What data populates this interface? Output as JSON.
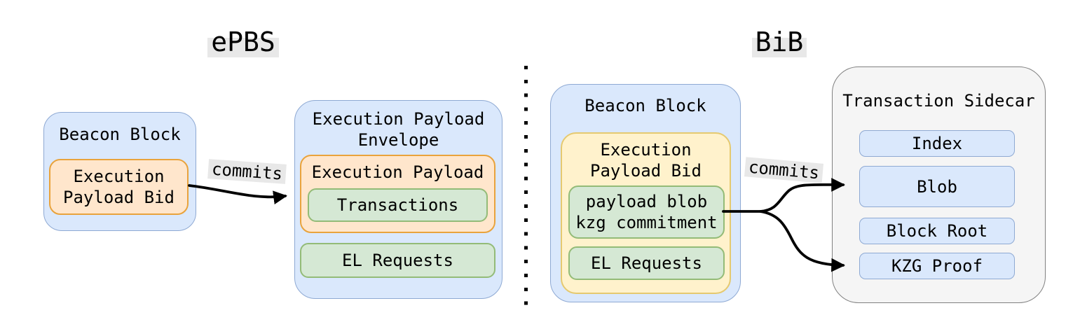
{
  "epbs": {
    "title": "ePBS",
    "beacon_block": {
      "title": "Beacon Block",
      "execution_payload_bid": "Execution Payload Bid"
    },
    "commits_label": "commits",
    "envelope": {
      "title": "Execution Payload Envelope",
      "execution_payload": {
        "title": "Execution Payload",
        "transactions": "Transactions"
      },
      "el_requests": "EL Requests"
    }
  },
  "bib": {
    "title": "BiB",
    "beacon_block": {
      "title": "Beacon Block",
      "execution_payload_bid": {
        "title": "Execution Payload Bid",
        "payload_blob_kzg_commitment": "payload blob kzg commitment",
        "el_requests": "EL Requests"
      }
    },
    "commits_label": "commits",
    "transaction_sidecar": {
      "title": "Transaction Sidecar",
      "fields": [
        "Index",
        "Blob",
        "Block Root",
        "KZG Proof"
      ]
    }
  },
  "colors": {
    "blue_fill": "#dae8fc",
    "blue_stroke": "#8ea9d3",
    "orange_fill": "#ffe6cc",
    "orange_stroke": "#e9a33c",
    "yellow_fill": "#fff2cc",
    "yellow_stroke": "#e5c96f",
    "green_fill": "#d5e8d4",
    "green_stroke": "#93bb77",
    "gray_fill": "#f5f5f5",
    "gray_stroke": "#808080",
    "highlight_bg": "#e8e8e8",
    "arrow": "#000000"
  }
}
